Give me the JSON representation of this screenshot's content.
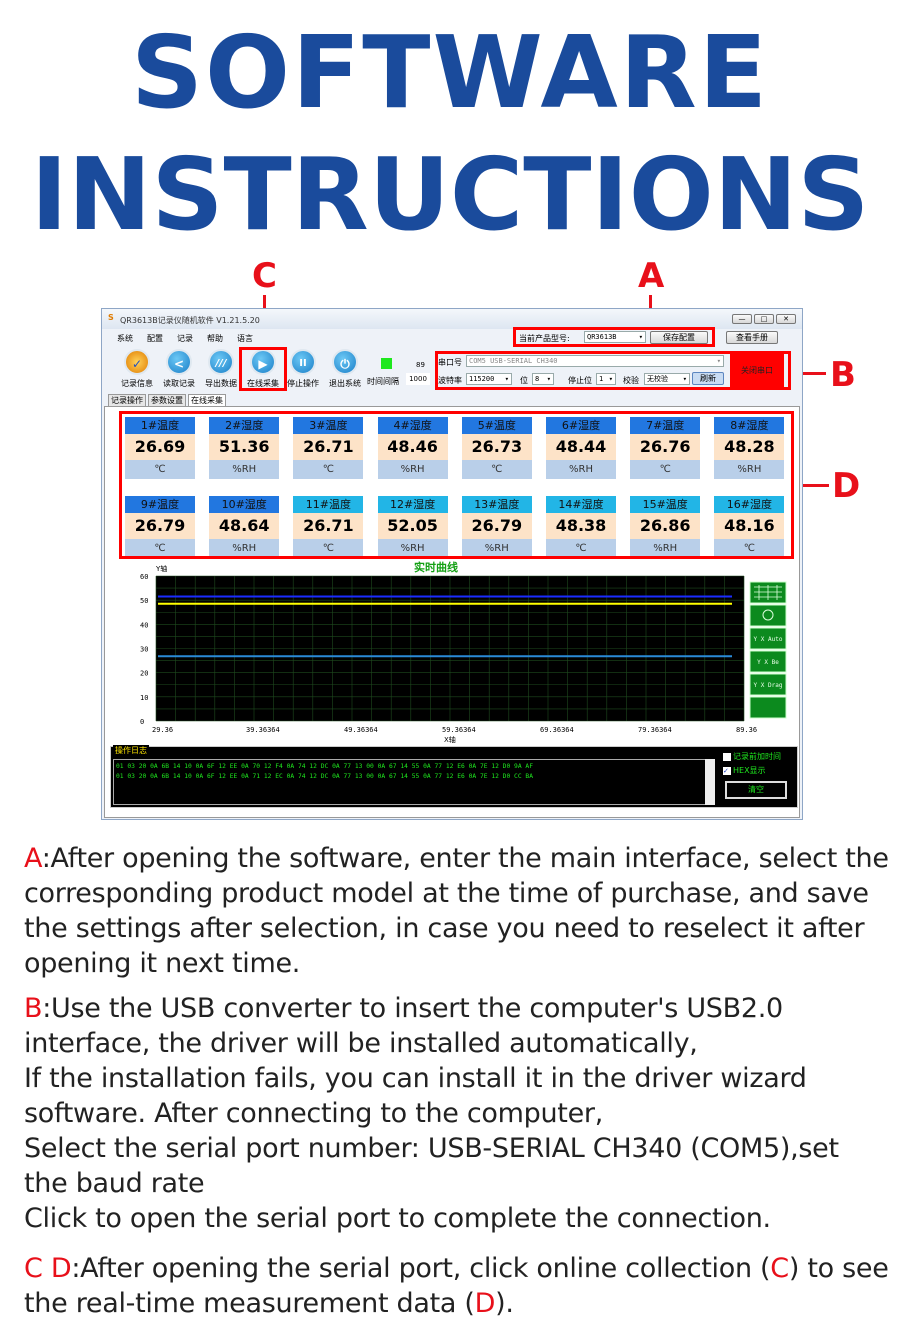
{
  "heading": {
    "line1": "SOFTWARE",
    "line2": "INSTRUCTIONS"
  },
  "callouts": {
    "a": "A",
    "b": "B",
    "c": "C",
    "d": "D"
  },
  "window": {
    "title": "QR3613B记录仪随机软件  V1.21.5.20",
    "controls": [
      "—",
      "□",
      "✕"
    ],
    "menu": [
      "系统",
      "配置",
      "记录",
      "帮助",
      "语言"
    ],
    "toolbar": [
      {
        "label": "记录信息",
        "icon": "record-info-icon",
        "glyph": "✓"
      },
      {
        "label": "读取记录",
        "icon": "share-icon",
        "glyph": "<"
      },
      {
        "label": "导出数据",
        "icon": "export-icon",
        "glyph": "///"
      },
      {
        "label": "在线采集",
        "icon": "play-icon",
        "glyph": "▶"
      },
      {
        "label": "停止操作",
        "icon": "pause-icon",
        "glyph": "II"
      },
      {
        "label": "退出系统",
        "icon": "power-icon",
        "glyph": "⏻"
      }
    ],
    "interval": {
      "label": "时间间隔",
      "counter": "89",
      "value": "1000"
    },
    "model": {
      "label": "当前产品型号:",
      "value": "QR3613B",
      "save": "保存配置",
      "manual": "查看手册"
    },
    "serial": {
      "port_label": "串口号",
      "port_value": "COM5 USB-SERIAL CH340",
      "baud_label": "波特率",
      "baud_value": "115200",
      "bits_label": "位",
      "bits_value": "8",
      "stop_label": "停止位",
      "stop_value": "1",
      "parity_label": "校验",
      "parity_value": "无校验",
      "refresh": "刷新",
      "close_port": "关闭串口"
    },
    "tabs": [
      "记录操作",
      "参数设置",
      "在线采集"
    ],
    "sensors": [
      {
        "name": "1#温度",
        "value": "26.69",
        "unit": "℃"
      },
      {
        "name": "2#湿度",
        "value": "51.36",
        "unit": "%RH"
      },
      {
        "name": "3#温度",
        "value": "26.71",
        "unit": "℃"
      },
      {
        "name": "4#湿度",
        "value": "48.46",
        "unit": "%RH"
      },
      {
        "name": "5#温度",
        "value": "26.73",
        "unit": "℃"
      },
      {
        "name": "6#湿度",
        "value": "48.44",
        "unit": "%RH"
      },
      {
        "name": "7#温度",
        "value": "26.76",
        "unit": "℃"
      },
      {
        "name": "8#湿度",
        "value": "48.28",
        "unit": "%RH"
      },
      {
        "name": "9#温度",
        "value": "26.79",
        "unit": "℃"
      },
      {
        "name": "10#湿度",
        "value": "48.64",
        "unit": "%RH"
      },
      {
        "name": "11#温度",
        "value": "26.71",
        "unit": "℃"
      },
      {
        "name": "12#湿度",
        "value": "52.05",
        "unit": "%RH"
      },
      {
        "name": "13#温度",
        "value": "26.79",
        "unit": "%RH"
      },
      {
        "name": "14#湿度",
        "value": "48.38",
        "unit": "℃"
      },
      {
        "name": "15#温度",
        "value": "26.86",
        "unit": "%RH"
      },
      {
        "name": "16#湿度",
        "value": "48.16",
        "unit": "℃"
      }
    ],
    "chart": {
      "title": "实时曲线",
      "ylabel": "Y轴",
      "xlabel": "X轴",
      "yticks": [
        "60",
        "50",
        "40",
        "30",
        "20",
        "10",
        "0"
      ],
      "xticks": [
        "29.36",
        "39.36364",
        "49.36364",
        "59.36364",
        "69.36364",
        "79.36364",
        "89.36"
      ],
      "ylim": [
        0,
        60
      ],
      "xlim": [
        29.36,
        89.36
      ],
      "series": [
        {
          "color": "#1a2cff",
          "value": 51.5
        },
        {
          "color": "#ffff00",
          "value": 48.5
        },
        {
          "color": "#2a8ad8",
          "value": 26.8
        }
      ],
      "side_buttons": [
        "grid",
        "zoom",
        "Y X Auto",
        "Y X Be",
        "Y X Drag",
        ""
      ]
    },
    "log": {
      "title": "操作日志",
      "lines": [
        "01 03 20 0A 6B 14 10 0A 6F 12 EE 0A 70 12 F4 0A 74 12 DC 0A 77 13 00 0A 67 14 55 0A 77 12 E6 0A 7E 12 D0 9A AF",
        "01 03 20 0A 6B 14 10 0A 6F 12 EE 0A 71 12 EC 0A 74 12 DC 0A 77 13 00 0A 67 14 55 0A 77 12 E6 0A 7E 12 D0 CC BA"
      ],
      "add_time": "记录前加时间",
      "hex": "HEX显示",
      "clear": "清空"
    }
  },
  "paragraphs": {
    "a_key": "A",
    "a_text": ":After opening the software, enter the main interface, select the corresponding product model at the time of purchase, and save the settings after selection, in case you need to reselect it after opening it next time.",
    "b_key": "B",
    "b_lines": [
      ":Use the USB converter to insert the computer's USB2.0 interface, the driver will be installed automatically,",
      "If the installation fails, you can install it in the driver wizard software. After connecting to the computer,",
      "Select the serial port number: USB-SERIAL CH340 (COM5),set the baud rate",
      "Click to open the serial port to complete the connection."
    ],
    "cd_key": "C D",
    "cd_text1": ":After opening the serial port, click online collection (",
    "cd_c": "C",
    "cd_text2": ") to see the real-time measurement data (",
    "cd_d": "D",
    "cd_text3": ")."
  }
}
